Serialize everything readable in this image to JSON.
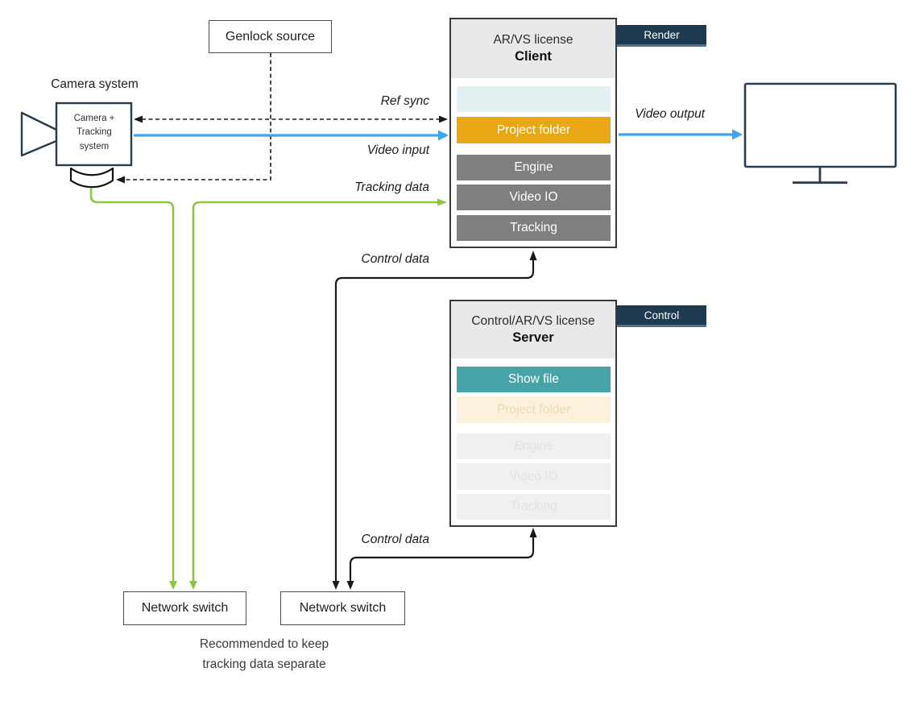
{
  "camera": {
    "title": "Camera system",
    "body": [
      "Camera +",
      "Tracking",
      "system"
    ]
  },
  "genlock": {
    "label": "Genlock source"
  },
  "client": {
    "license_line": "AR/VS license",
    "role": "Client",
    "tag": "Render",
    "bars": {
      "slot_empty": "",
      "project_folder": "Project folder",
      "engine": "Engine",
      "video_io": "Video IO",
      "tracking": "Tracking"
    }
  },
  "server": {
    "license_line": "Control/AR/VS license",
    "role": "Server",
    "tag": "Control",
    "bars": {
      "show_file": "Show file",
      "project_folder": "Project folder",
      "engine": "Engine",
      "video_io": "Video IO",
      "tracking": "Tracking"
    }
  },
  "network_switches": {
    "tracking": "Network switch",
    "control": "Network switch"
  },
  "note": [
    "Recommended to keep",
    "tracking data separate"
  ],
  "edges": {
    "ref_sync": "Ref sync",
    "video_input": "Video input",
    "tracking_data": "Tracking data",
    "video_output": "Video output",
    "control_data_client": "Control data",
    "control_data_server": "Control data"
  },
  "colors": {
    "video_blue": "#3da4f4",
    "tracking_green": "#8dc63f",
    "control_black": "#1a1a1a",
    "project_orange": "#e9a713",
    "showfile_teal": "#46a3a8",
    "tag_navy": "#1e3a4e",
    "module_gray": "#7f7f7f"
  }
}
